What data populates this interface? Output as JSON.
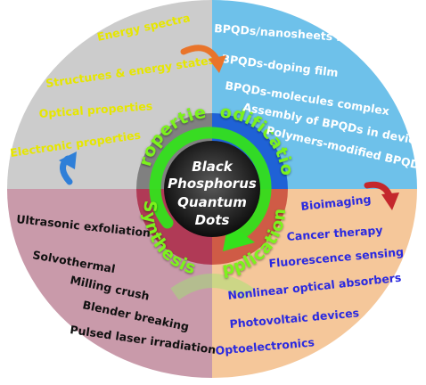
{
  "center": {
    "lines": [
      "Black",
      "Phosphorus",
      "Quantum",
      "Dots"
    ]
  },
  "ring_labels": {
    "properties": "Properties",
    "modification": "Modification",
    "synthesis": "Synthesis",
    "applications": "Applications"
  },
  "quadrants": {
    "properties": {
      "color": "#cccccc",
      "text_color": "#e6e600",
      "items": [
        "Energy spectra",
        "Structures & energy states",
        "Optical properties",
        "Electronic properties"
      ]
    },
    "modification": {
      "color": "#6ec1ea",
      "text_color": "#ffffff",
      "items": [
        "BPQDs/nanosheets hybrid",
        "BPQDs-doping film",
        "BPQDs-molecules complex",
        "Assembly of BPQDs in devices",
        "Polymers-modified  BPQDs"
      ]
    },
    "synthesis": {
      "color": "#c99aaa",
      "text_color": "#111111",
      "items": [
        "Ultrasonic exfoliation",
        "Solvothermal",
        "Milling crush",
        "Blender breaking",
        "Pulsed laser irradiation"
      ]
    },
    "applications": {
      "color": "#f5c79a",
      "text_color": "#2a2ae0",
      "items": [
        "Bioimaging",
        "Cancer therapy",
        "Fluorescence sensing",
        "Nonlinear optical  absorbers",
        "Photovoltaic devices",
        "Optoelectronics"
      ]
    }
  },
  "colors": {
    "ring_label": "#7cf21c",
    "inner_properties": "#808080",
    "inner_modification": "#1f62d6",
    "inner_synthesis": "#b03a56",
    "inner_applications": "#cf5b46",
    "core": "#2a2a2a"
  },
  "icons": [
    "orange-curved-arrow-icon",
    "blue-curved-arrow-icon",
    "red-curved-arrow-icon",
    "green-cycle-arrow-icon"
  ]
}
